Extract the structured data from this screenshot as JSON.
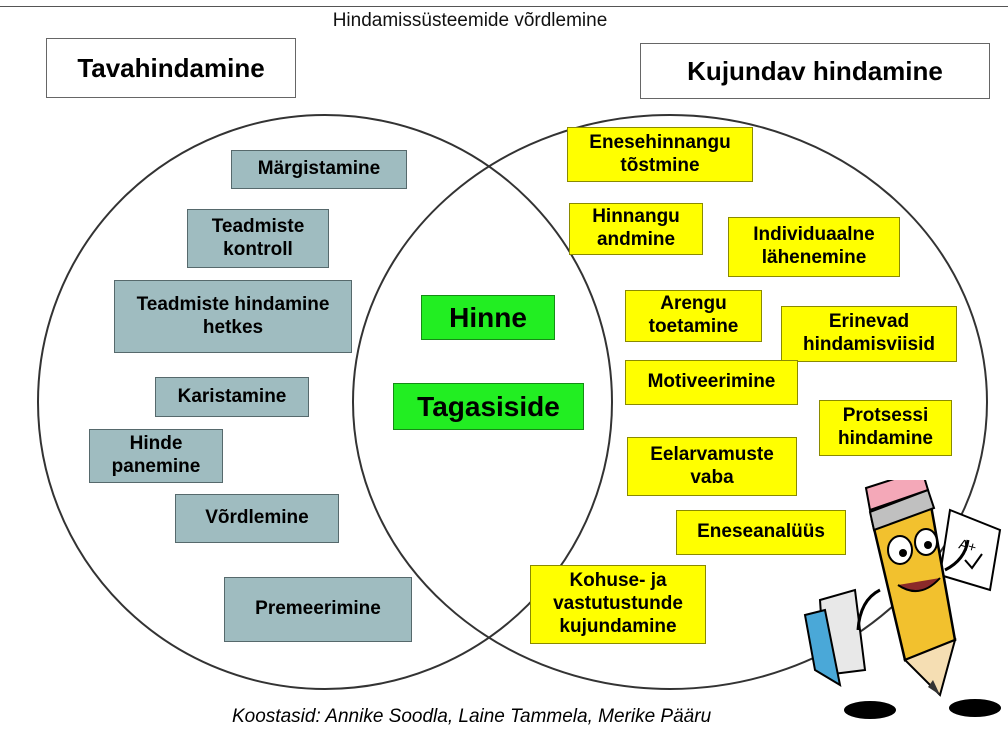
{
  "page": {
    "title": "Hindamissüsteemide võrdlemine",
    "credit": "Koostasid:  Annike Soodla, Laine Tammela, Merike Pääru"
  },
  "headers": {
    "left": "Tavahindamine",
    "right": "Kujundav hindamine"
  },
  "left_items": [
    "Märgistamine",
    "Teadmiste kontroll",
    "Teadmiste hindamine hetkes",
    "Karistamine",
    "Hinde panemine",
    "Võrdlemine",
    "Premeerimine"
  ],
  "center_items": [
    "Hinne",
    "Tagasiside"
  ],
  "right_items": [
    "Enesehinnangu tõstmine",
    "Hinnangu andmine",
    "Individuaalne lähenemine",
    "Arengu toetamine",
    "Erinevad hindamisviisid",
    "Motiveerimine",
    "Protsessi hindamine",
    "Eelarvamuste vaba",
    "Eneseanalüüs",
    "Kohuse- ja vastutustunde kujundamine"
  ],
  "colors": {
    "left_fill": "#9fbcc0",
    "right_fill": "#ffff00",
    "center_fill": "#22ee22",
    "circle_stroke": "#333333"
  },
  "mascot": {
    "icon": "pencil-mascot-icon",
    "note": "A+"
  }
}
